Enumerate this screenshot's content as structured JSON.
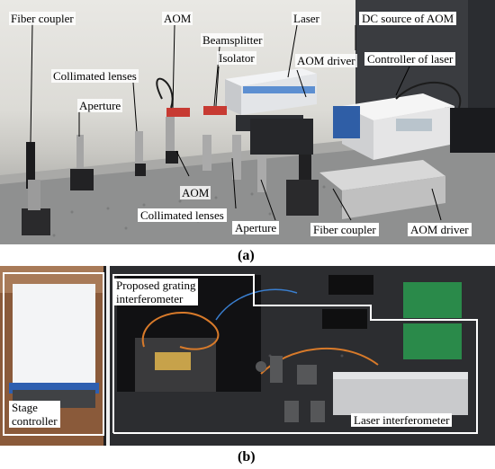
{
  "figure": {
    "caption_a": "(a)",
    "caption_b": "(b)"
  },
  "panel_a": {
    "labels": {
      "fiber_coupler_top": "Fiber coupler",
      "aom_top": "AOM",
      "laser": "Laser",
      "dc_source": "DC source of AOM",
      "beamsplitter": "Beamsplitter",
      "collimated_lenses_top": "Collimated lenses",
      "isolator": "Isolator",
      "aom_driver_top": "AOM driver",
      "controller_of_laser": "Controller of laser",
      "aperture_top": "Aperture",
      "aom_bottom": "AOM",
      "collimated_lenses_bottom": "Collimated lenses",
      "aperture_bottom": "Aperture",
      "fiber_coupler_bottom": "Fiber coupler",
      "aom_driver_bottom": "AOM driver"
    }
  },
  "panel_b": {
    "labels": {
      "proposed_grating_line1": "Proposed grating",
      "proposed_grating_line2": "interferometer",
      "stage_line1": "Stage",
      "stage_line2": "controller",
      "laser_interferometer": "Laser interferometer"
    }
  }
}
